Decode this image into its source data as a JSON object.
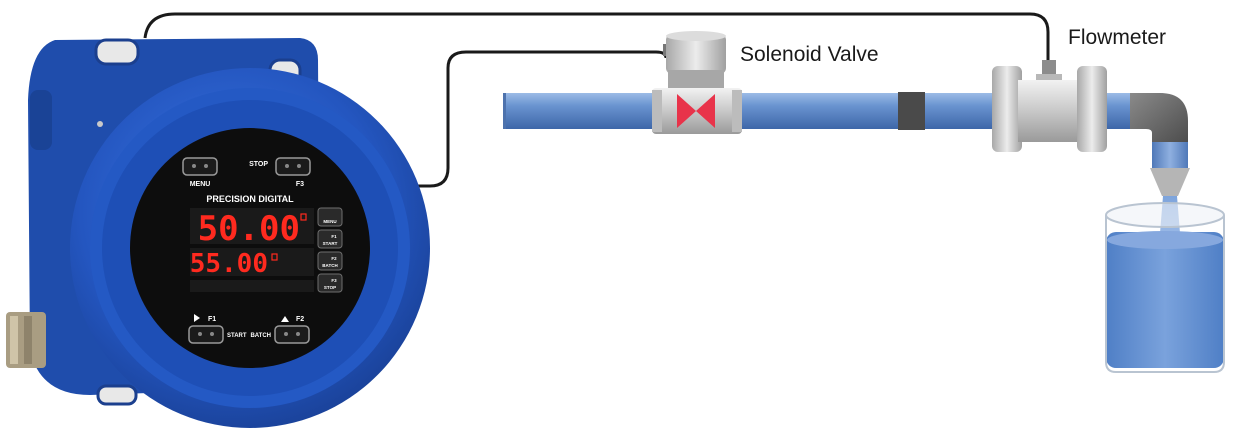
{
  "labels": {
    "solenoid_valve": "Solenoid Valve",
    "flowmeter": "Flowmeter"
  },
  "meter": {
    "brand": "PRECISION DIGITAL",
    "display_top": "50.00",
    "display_bottom": "55.00",
    "top_buttons": [
      {
        "label": "MENU"
      },
      {
        "label": "STOP",
        "sub": "F3"
      }
    ],
    "side_buttons": [
      {
        "line1": "",
        "line2": "MENU"
      },
      {
        "line1": "F1",
        "line2": "START"
      },
      {
        "line1": "F2",
        "line2": "BATCH"
      },
      {
        "line1": "F3",
        "line2": "STOP"
      }
    ],
    "bottom_buttons": [
      {
        "label": "F1",
        "sub": "START"
      },
      {
        "label": "F2",
        "sub": "BATCH"
      }
    ]
  },
  "colors": {
    "enclosure_blue": "#2a5fc8",
    "pipe_blue": "#5b86c4",
    "valve_red": "#e8334a",
    "display_red": "#ff2a1f"
  }
}
